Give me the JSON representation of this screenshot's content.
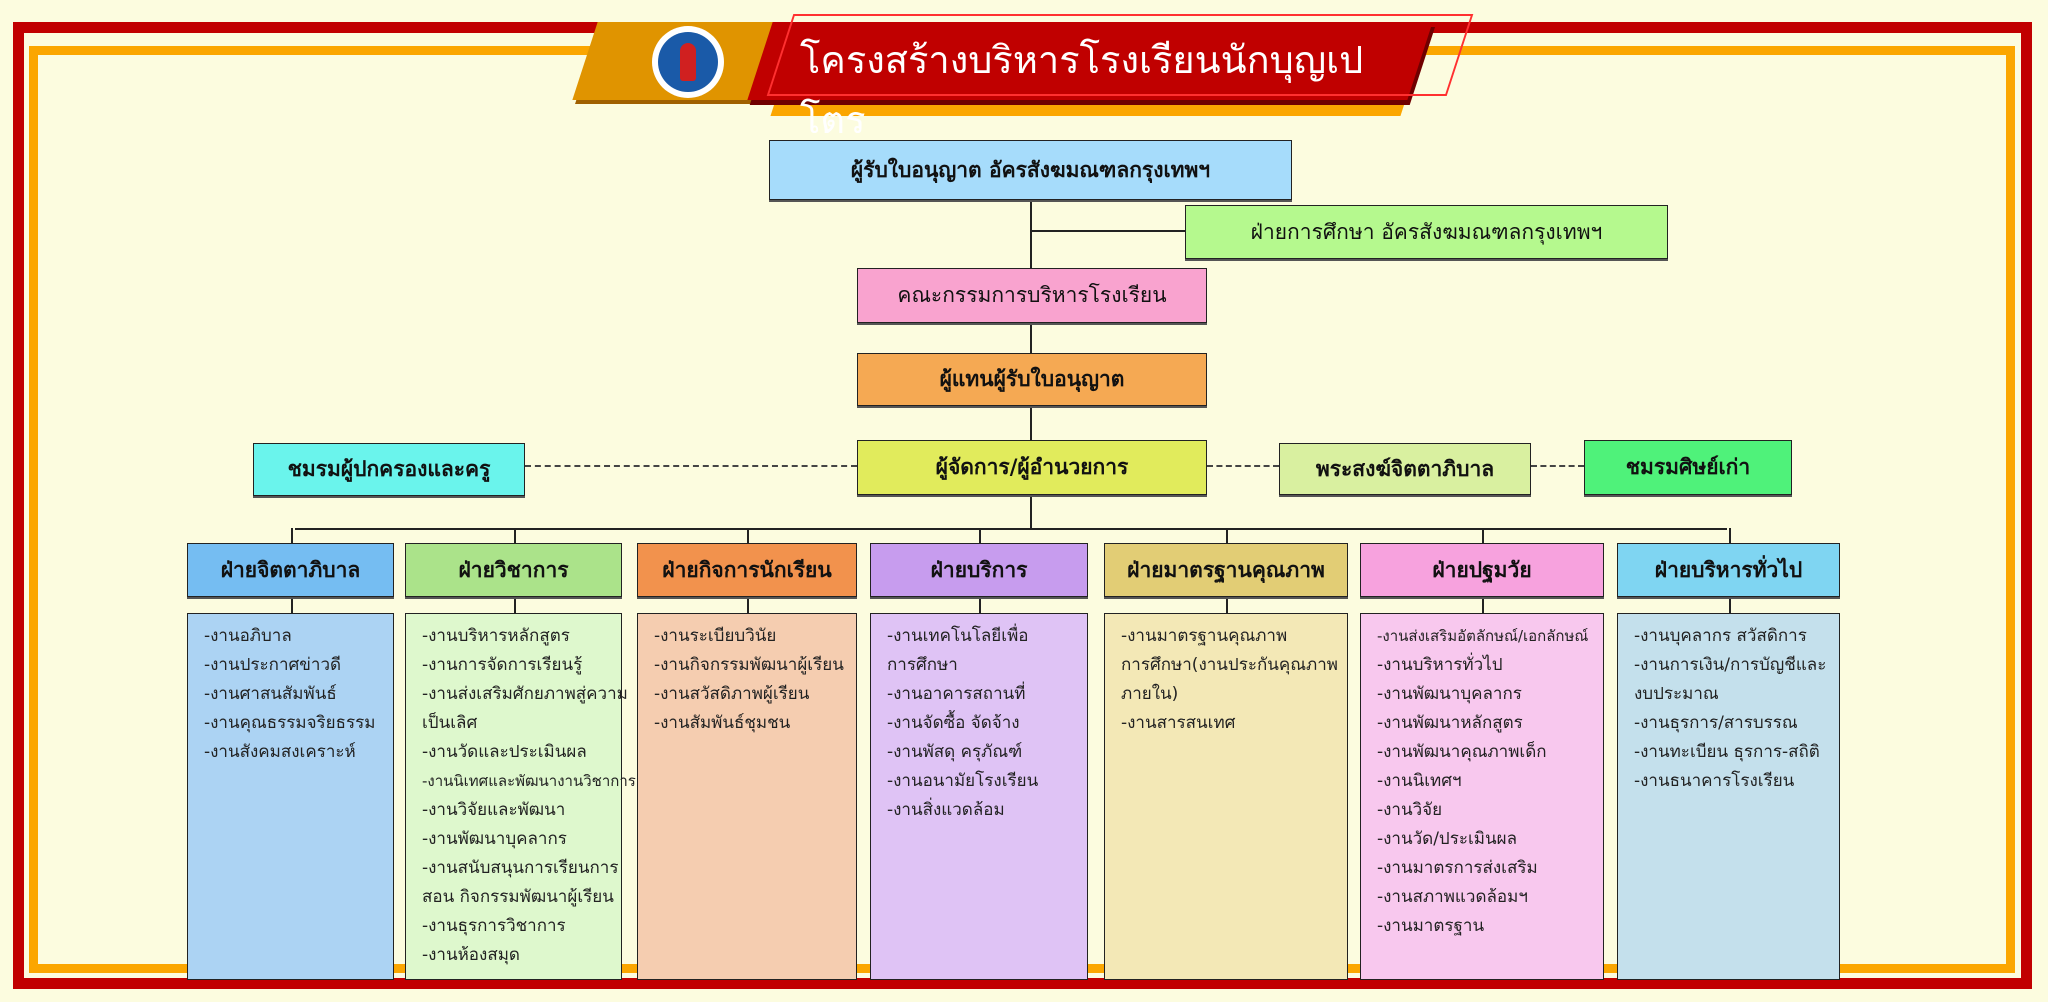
{
  "title": "โครงสร้างบริหารโรงเรียนนักบุญเปโตร",
  "top_nodes": {
    "licensee": "ผู้รับใบอนุญาต อัครสังฆมณฑลกรุงเทพฯ",
    "education_dept": "ฝ่ายการศึกษา อัครสังฆมณฑลกรุงเทพฯ",
    "board": "คณะกรรมการบริหารโรงเรียน",
    "licensee_rep": "ผู้แทนผู้รับใบอนุญาต",
    "director": "ผู้จัดการ/ผู้อำนวยการ",
    "parents_club": "ชมรมผู้ปกครองและครู",
    "chaplain": "พระสงฆ์จิตตาภิบาล",
    "alumni": "ชมรมศิษย์เก่า"
  },
  "departments": [
    {
      "name": "ฝ่ายจิตตาภิบาล",
      "color": "#75bdf2",
      "bg": "#acd3f3",
      "items": [
        "-งานอภิบาล",
        "-งานประกาศข่าวดี",
        "-งานศาสนสัมพันธ์",
        "-งานคุณธรรมจริยธรรม",
        "-งานสังคมสงเคราะห์"
      ]
    },
    {
      "name": "ฝ่ายวิชาการ",
      "color": "#abe38a",
      "bg": "#def8cd",
      "items": [
        "-งานบริหารหลักสูตร",
        "-งานการจัดการเรียนรู้",
        "-งานส่งเสริมศักยภาพสู่ความ",
        "เป็นเลิศ",
        "-งานวัดและประเมินผล",
        "-งานนิเทศและพัฒนางานวิชาการ",
        "-งานวิจัยและพัฒนา",
        "-งานพัฒนาบุคลากร",
        "-งานสนับสนุนการเรียนการ",
        "สอน กิจกรรมพัฒนาผู้เรียน",
        "-งานธุรการวิชาการ",
        "-งานห้องสมุด"
      ]
    },
    {
      "name": "ฝ่ายกิจการนักเรียน",
      "color": "#f2924d",
      "bg": "#f5cdb0",
      "items": [
        "-งานระเบียบวินัย",
        "-งานกิจกรรมพัฒนาผู้เรียน",
        "-งานสวัสดิภาพผู้เรียน",
        "-งานสัมพันธ์ชุมชน"
      ]
    },
    {
      "name": "ฝ่ายบริการ",
      "color": "#c79cee",
      "bg": "#dfc3f5",
      "items": [
        "-งานเทคโนโลยีเพื่อ",
        "การศึกษา",
        "-งานอาคารสถานที่",
        "-งานจัดซื้อ จัดจ้าง",
        "-งานพัสดุ ครุภัณฑ์",
        "-งานอนามัยโรงเรียน",
        "-งานสิ่งแวดล้อม"
      ]
    },
    {
      "name": "ฝ่ายมาตรฐานคุณภาพ",
      "color": "#e2cd75",
      "bg": "#f3e8b6",
      "items": [
        "-งานมาตรฐานคุณภาพ",
        "การศึกษา(งานประกันคุณภาพ",
        "ภายใน)",
        "-งานสารสนเทศ"
      ]
    },
    {
      "name": "ฝ่ายปฐมวัย",
      "color": "#f7a2de",
      "bg": "#f8c8ee",
      "items": [
        "-งานส่งเสริมอัตลักษณ์/เอกลักษณ์",
        "-งานบริหารทั่วไป",
        "-งานพัฒนาบุคลากร",
        "-งานพัฒนาหลักสูตร",
        "-งานพัฒนาคุณภาพเด็ก",
        "-งานนิเทศฯ",
        "-งานวิจัย",
        "-งานวัด/ประเมินผล",
        "-งานมาตรการส่งเสริม",
        "-งานสภาพแวดล้อมฯ",
        "-งานมาตรฐาน"
      ]
    },
    {
      "name": "ฝ่ายบริหารทั่วไป",
      "color": "#7fd5f2",
      "bg": "#c4e0ec",
      "items": [
        "-งานบุคลากร สวัสดิการ",
        "-งานการเงิน/การบัญชีและ",
        "งบประมาณ",
        "-งานธุรการ/สารบรรณ",
        "-งานทะเบียน ธุรการ-สถิติ",
        "-งานธนาคารโรงเรียน"
      ]
    }
  ]
}
